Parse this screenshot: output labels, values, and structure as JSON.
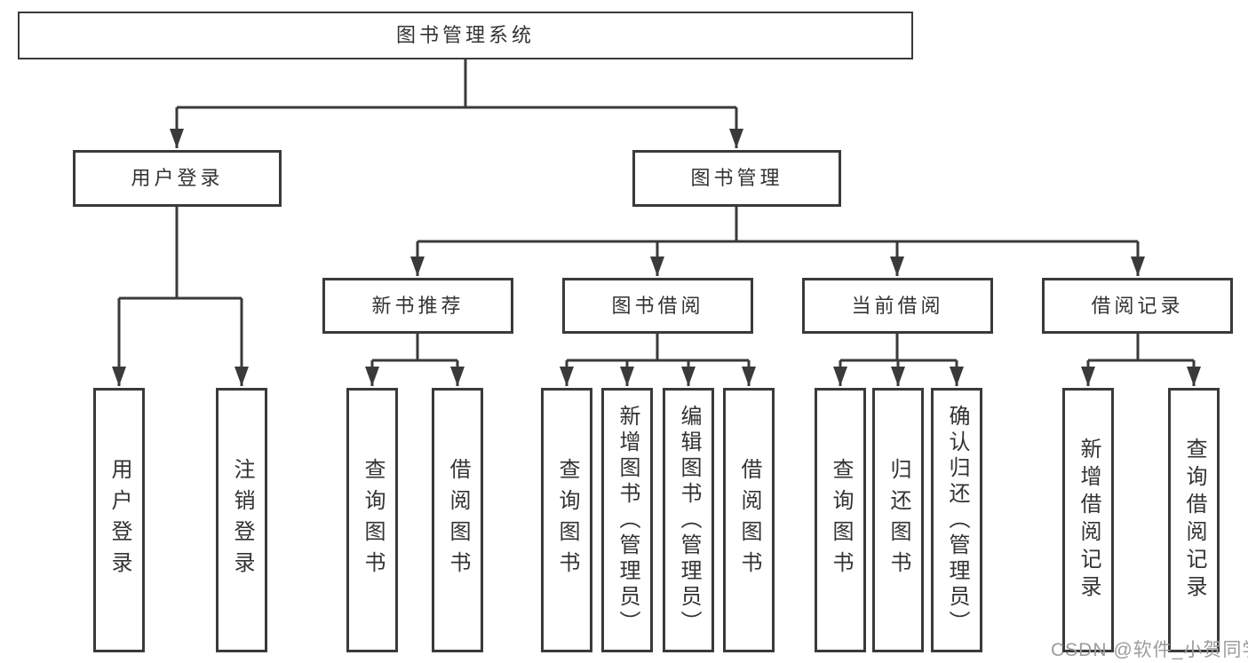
{
  "diagram": {
    "tree": {
      "label": "图书管理系统",
      "children": [
        {
          "label": "用户登录",
          "children": [
            {
              "label": "用户登录"
            },
            {
              "label": "注销登录"
            }
          ]
        },
        {
          "label": "图书管理",
          "children": [
            {
              "label": "新书推荐",
              "children": [
                {
                  "label": "查询图书"
                },
                {
                  "label": "借阅图书"
                }
              ]
            },
            {
              "label": "图书借阅",
              "children": [
                {
                  "label": "查询图书"
                },
                {
                  "label": "新增图书（管理员）"
                },
                {
                  "label": "编辑图书（管理员）"
                },
                {
                  "label": "借阅图书"
                }
              ]
            },
            {
              "label": "当前借阅",
              "children": [
                {
                  "label": "查询图书"
                },
                {
                  "label": "归还图书"
                },
                {
                  "label": "确认归还（管理员）"
                }
              ]
            },
            {
              "label": "借阅记录",
              "children": [
                {
                  "label": "新增借阅记录"
                },
                {
                  "label": "查询借阅记录"
                }
              ]
            }
          ]
        }
      ]
    },
    "watermark": "CSDN @软件_小贺同学",
    "colors": {
      "line": "#3a3a3a",
      "text": "#333333",
      "watermark": "#9c9c9c",
      "background": "#ffffff"
    }
  }
}
